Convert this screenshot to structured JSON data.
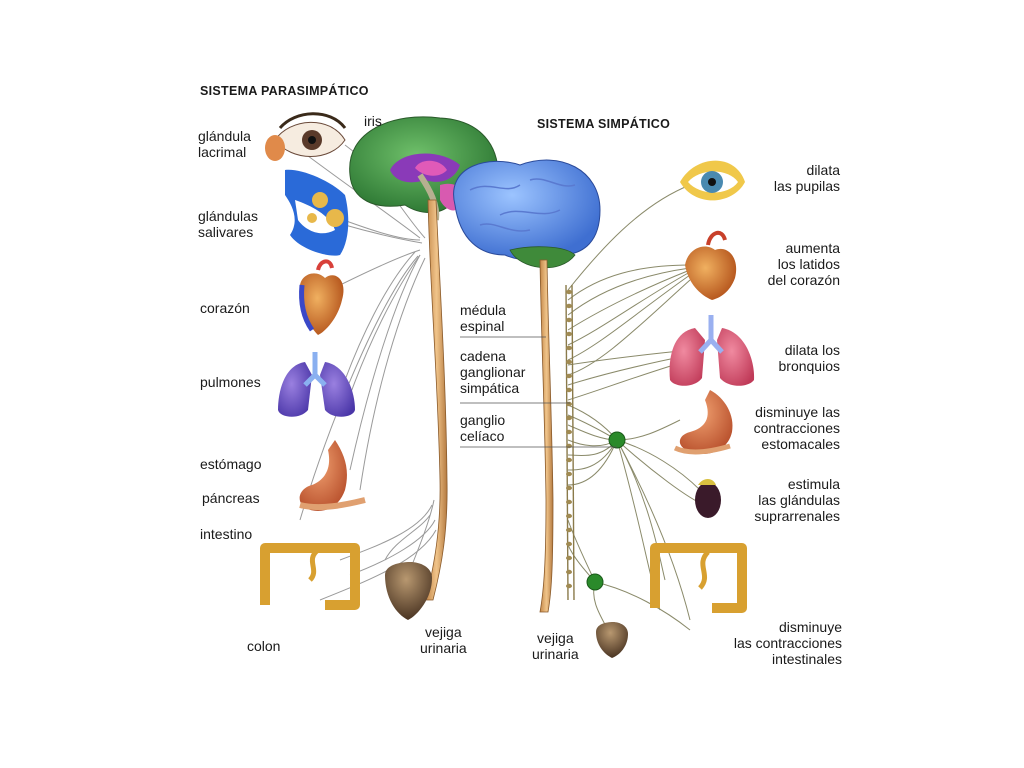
{
  "parasympathetic": {
    "title": "SISTEMA PARASIMPÁTICO",
    "labels": {
      "iris": "iris",
      "lacrimal": "glándula\nlacrimal",
      "salivary": "glándulas\nsalivares",
      "heart": "corazón",
      "lungs": "pulmones",
      "stomach": "estómago",
      "pancreas": "páncreas",
      "intestine": "intestino",
      "colon": "colon",
      "bladder": "vejiga\nurinaria"
    }
  },
  "sympathetic": {
    "title": "SISTEMA SIMPÁTICO",
    "labels": {
      "pupils": "dilata\nlas pupilas",
      "heartbeat": "aumenta\nlos latidos\ndel corazón",
      "bronchi": "dilata los\nbronquios",
      "stomach": "disminuye las\ncontracciones\nestomacales",
      "adrenal": "estimula\nlas glándulas\nsuprarrenales",
      "intestines": "disminuye\nlas contracciones\nintestinales",
      "bladder": "vejiga\nurinaria"
    }
  },
  "center": {
    "spinal_cord": "médula\nespinal",
    "chain": "cadena\nganglionar\nsimpática",
    "celiac": "ganglio\ncelíaco"
  }
}
